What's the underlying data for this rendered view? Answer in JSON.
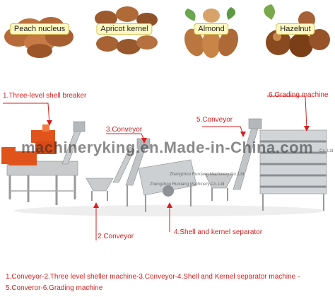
{
  "nuts": [
    {
      "label": "Peach nucleus"
    },
    {
      "label": "Apricot kernel"
    },
    {
      "label": "Almond"
    },
    {
      "label": "Hazelnut"
    }
  ],
  "callouts": {
    "shell_breaker": "1.Three-level shell breaker",
    "conveyor_3": "3.Conveyor",
    "conveyor_5": "5.Conveyor",
    "grading_machine": "6.Grading machine",
    "conveyor_2": "2.Conveyor",
    "separator": "4.Shell and kernel separator"
  },
  "watermark": {
    "main": "machineryking.en.Made-in-China.com",
    "machine_small_1": "Zhengzhou Ruixiang Machinery Co.,Ltd",
    "machine_small_2": "Zhengzhou Ruixiang Machinery Co.,Ltd",
    "machine_small_3": "Co.,Ltd"
  },
  "caption": {
    "line1": "1.Conveyor-2.Three level sheller machine-3.Conveyor-4.Shell and Kernel separator machine -",
    "line2": "5.Converor-6.Grading machine"
  },
  "colors": {
    "accent": "#d81e1e",
    "machine_orange": "#e0541b",
    "steel": "#b9bcbf"
  }
}
